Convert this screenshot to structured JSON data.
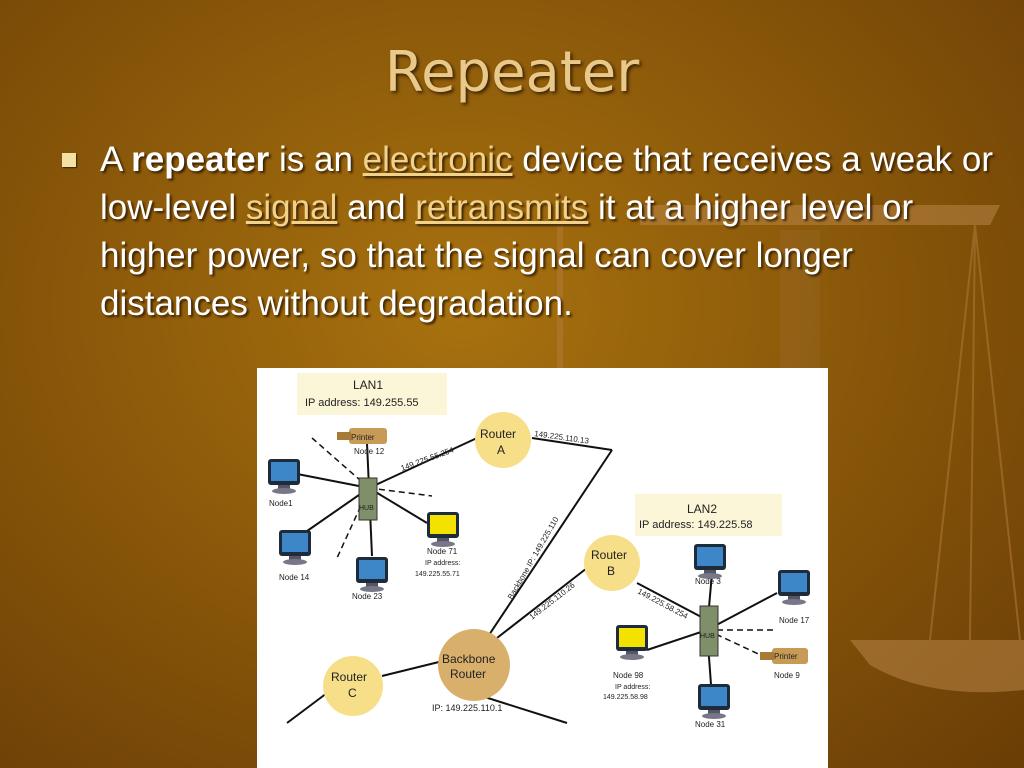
{
  "slide": {
    "title": "Repeater",
    "para": {
      "p1": "A ",
      "bold": "repeater",
      "p2": " is an ",
      "link1": "electronic",
      "p3": " device that receives a weak or low-level ",
      "link2": "signal",
      "p4": " and ",
      "link3": "retransmits",
      "p5": " it at a higher level or higher power, so that the signal can cover longer distances without degradation."
    }
  },
  "diagram": {
    "lan1": {
      "name": "LAN1",
      "ip": "IP address: 149.255.55"
    },
    "lan2": {
      "name": "LAN2",
      "ip": "IP address: 149.225.58"
    },
    "router_a": {
      "line1": "Router",
      "line2": "A"
    },
    "router_b": {
      "line1": "Router",
      "line2": "B"
    },
    "router_c": {
      "line1": "Router",
      "line2": "C"
    },
    "backbone": {
      "line1": "Backbone",
      "line2": "Router",
      "ip": "IP: 149.225.110.1"
    },
    "hub_label": "HUB",
    "printer_label": "Printer",
    "link_labels": {
      "lan1_hub_router_a": "149.225.55.254",
      "router_a_ip": "149.225.110.13",
      "backbone_ip": "Backbone IP: 149.225.110",
      "router_b_backbone": "149.225.110.26",
      "router_b_hub": "149.225.58.254"
    },
    "nodes": {
      "node12": "Node 12",
      "node1": "Node1",
      "node14": "Node 14",
      "node23": "Node 23",
      "node71": "Node 71",
      "node71_ip_label": "IP address:",
      "node71_ip": "149.225.55.71",
      "node3": "Node 3",
      "node17": "Node 17",
      "node9": "Node 9",
      "node98": "Node 98",
      "node98_ip_label": "IP address:",
      "node98_ip": "149.225.58.98",
      "node31": "Node 31"
    }
  }
}
